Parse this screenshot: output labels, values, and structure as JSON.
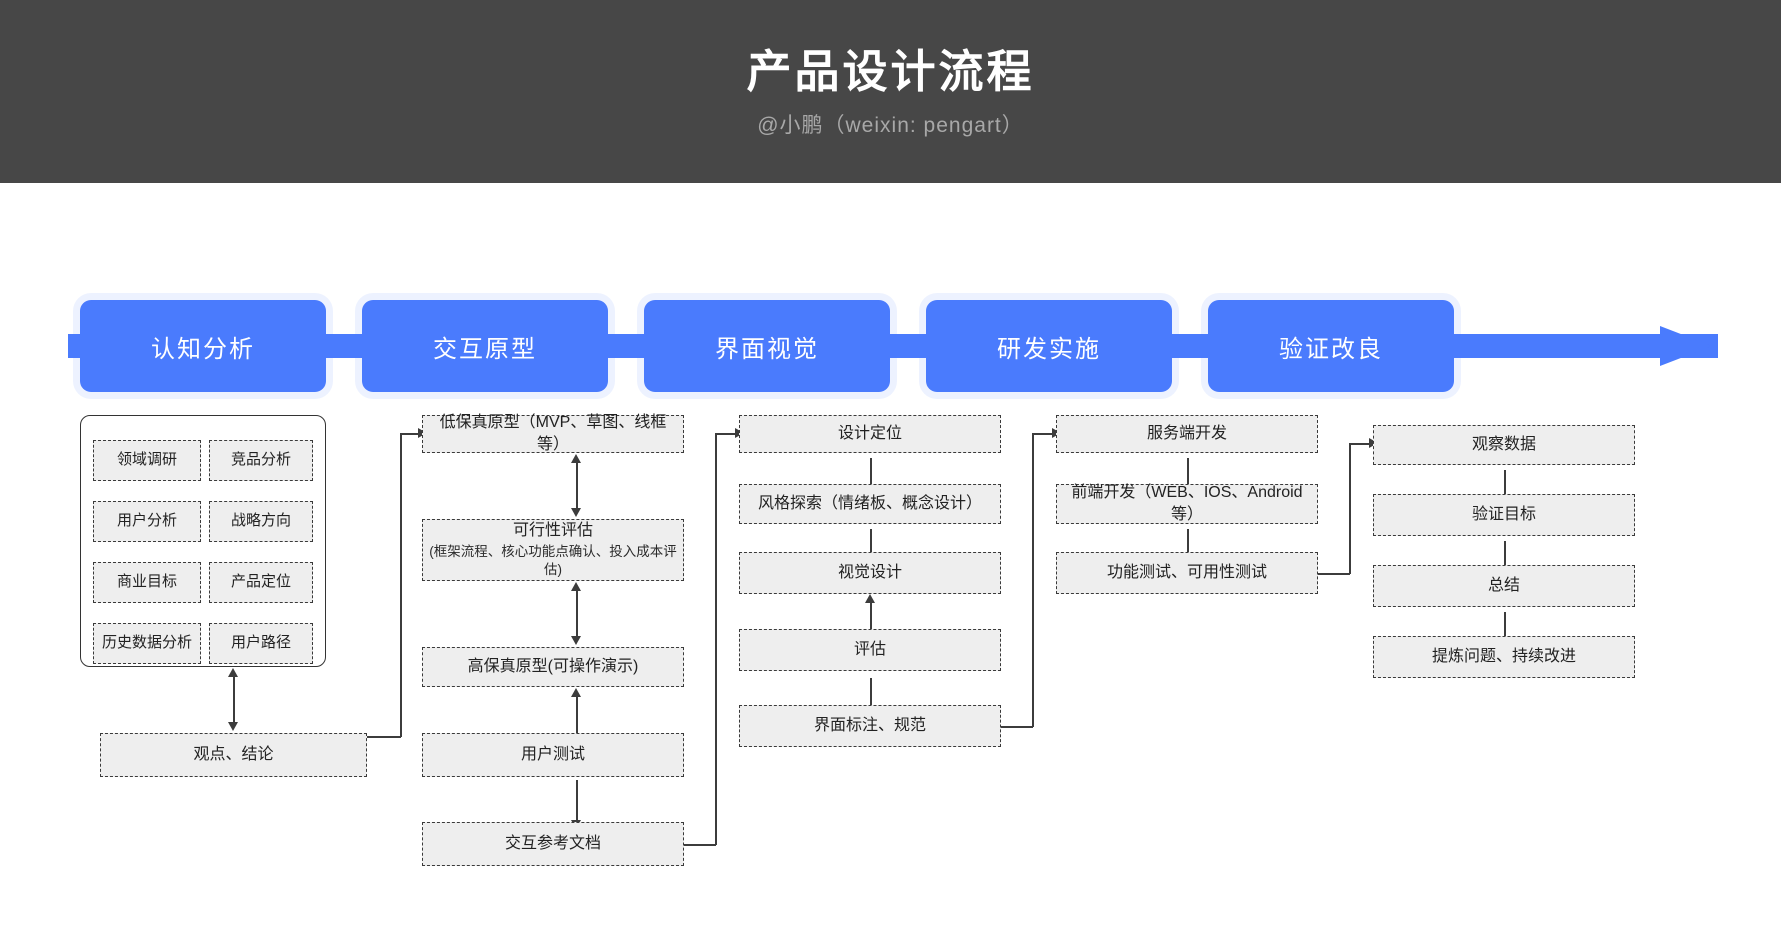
{
  "header": {
    "title": "产品设计流程",
    "subtitle": "@小鹏（weixin: pengart）"
  },
  "colors": {
    "header_bg": "#474747",
    "accent_blue": "#4a7bfd",
    "node_fill": "#eeeeee",
    "node_border": "#3a3a3a",
    "page_bg": "#ffffff"
  },
  "phases": [
    {
      "label": "认知分析"
    },
    {
      "label": "交互原型"
    },
    {
      "label": "界面视觉"
    },
    {
      "label": "研发实施"
    },
    {
      "label": "验证改良"
    }
  ],
  "columns": {
    "cognition": {
      "grid": [
        "领域调研",
        "竞品分析",
        "用户分析",
        "战略方向",
        "商业目标",
        "产品定位",
        "历史数据分析",
        "用户路径"
      ],
      "conclusion": "观点、结论"
    },
    "prototype": {
      "nodes": [
        {
          "title": "低保真原型（MVP、草图、线框等）",
          "sub": ""
        },
        {
          "title": "可行性评估",
          "sub": "(框架流程、核心功能点确认、投入成本评估)"
        },
        {
          "title": "高保真原型(可操作演示)",
          "sub": ""
        },
        {
          "title": "用户测试",
          "sub": ""
        },
        {
          "title": "交互参考文档",
          "sub": ""
        }
      ]
    },
    "visual": {
      "nodes": [
        "设计定位",
        "风格探索（情绪板、概念设计）",
        "视觉设计",
        "评估",
        "界面标注、规范"
      ]
    },
    "development": {
      "nodes": [
        "服务端开发",
        "前端开发（WEB、IOS、Android等）",
        "功能测试、可用性测试"
      ]
    },
    "validation": {
      "nodes": [
        "观察数据",
        "验证目标",
        "总结",
        "提炼问题、持续改进"
      ]
    }
  }
}
